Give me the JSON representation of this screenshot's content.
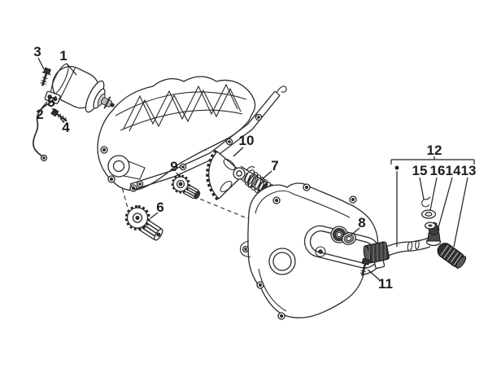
{
  "diagram": {
    "background": "#ffffff",
    "line_color": "#2a2a2a",
    "dark_fill": "#333333",
    "callouts": [
      {
        "text": "1"
      },
      {
        "text": "2"
      },
      {
        "text": "3"
      },
      {
        "text": "4"
      },
      {
        "text": "5"
      },
      {
        "text": "6"
      },
      {
        "text": "7"
      },
      {
        "text": "8"
      },
      {
        "text": "9"
      },
      {
        "text": "10"
      },
      {
        "text": "11"
      },
      {
        "text": "12"
      },
      {
        "text": "13"
      },
      {
        "text": "14"
      },
      {
        "text": "15"
      },
      {
        "text": "16"
      }
    ],
    "groups": [
      {
        "label": "12",
        "members": [
          "15",
          "16",
          "14",
          "13"
        ]
      }
    ]
  }
}
